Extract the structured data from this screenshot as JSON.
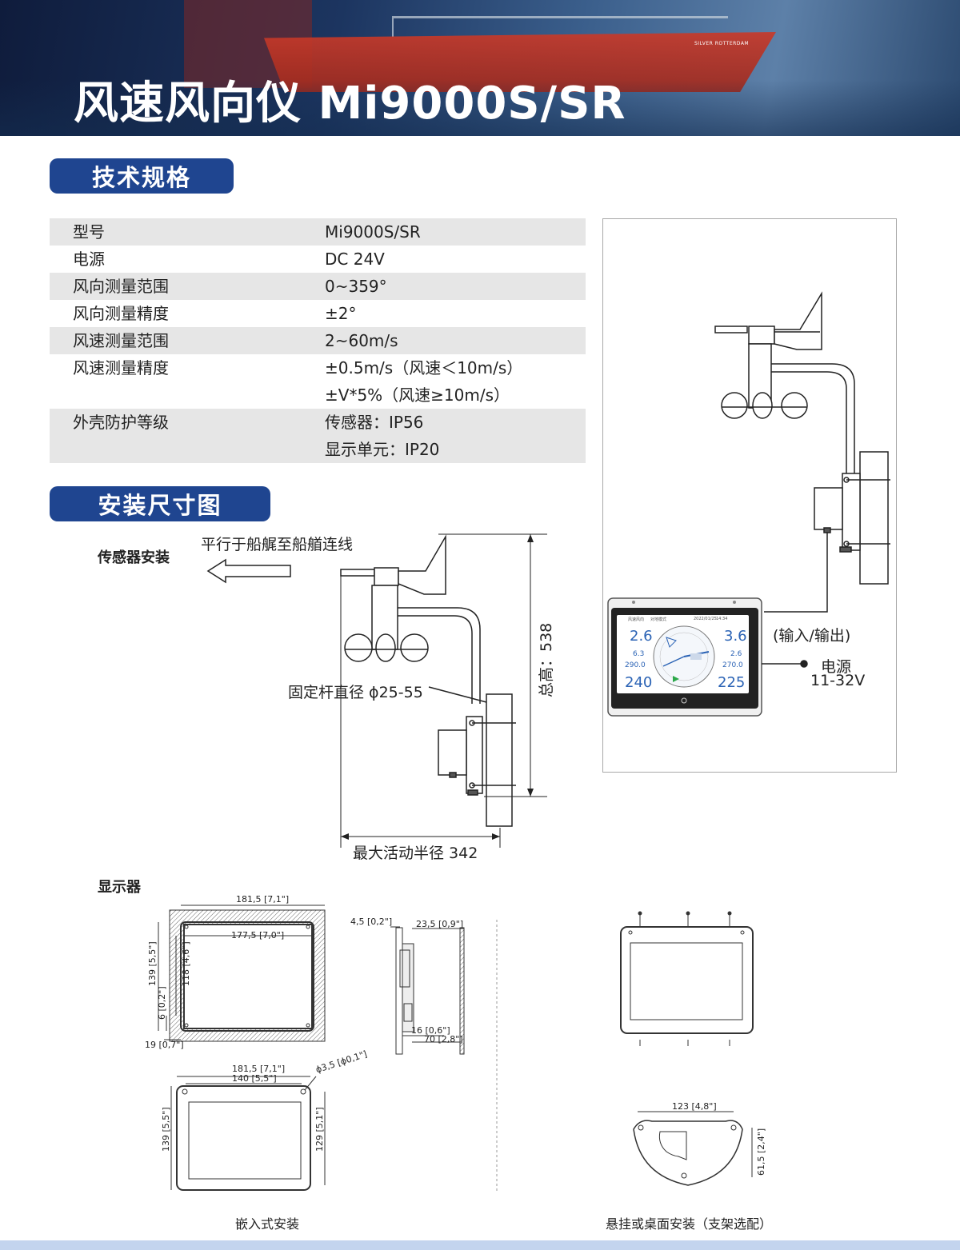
{
  "header": {
    "title": "风速风向仪 Mi9000S/SR",
    "ship_name": "SILVER ROTTERDAM"
  },
  "sections": {
    "spec_title": "技术规格",
    "install_title": "安装尺寸图"
  },
  "specs": [
    {
      "key": "型号",
      "values": [
        "Mi9000S/SR"
      ]
    },
    {
      "key": "电源",
      "values": [
        "DC 24V"
      ]
    },
    {
      "key": "风向测量范围",
      "values": [
        "0~359°"
      ]
    },
    {
      "key": "风向测量精度",
      "values": [
        "±2°"
      ]
    },
    {
      "key": "风速测量范围",
      "values": [
        "2~60m/s"
      ]
    },
    {
      "key": "风速测量精度",
      "values": [
        "±0.5m/s（风速＜10m/s）",
        "±V*5%（风速≥10m/s）"
      ]
    },
    {
      "key": "外壳防护等级",
      "values": [
        "传感器：IP56",
        "显示单元：IP20"
      ]
    }
  ],
  "sensor_install": {
    "heading": "传感器安装",
    "arrow_label": "平行于船艉至船艏连线",
    "pole_label": "固定杆直径 ϕ25-55",
    "height_label": "总高：538",
    "radius_label": "最大活动半径 342"
  },
  "wiring": {
    "io_label": "(输入/输出)",
    "power_label": "电源",
    "power_voltage": "11-32V",
    "screen": {
      "top_left_title": "风速风向",
      "mode": "对地模式",
      "date": "2022/01/25",
      "time": "14:34",
      "val_a": "2.6",
      "val_b": "3.6",
      "val_c": "6.3",
      "val_d": "2.6",
      "val_e": "290.0",
      "val_f": "270.0",
      "val_g": "240",
      "val_h": "225"
    }
  },
  "display": {
    "heading": "显示器",
    "dims": {
      "w_outer": "181,5 [7,1\"]",
      "w_inner": "177,5 [7,0\"]",
      "h_outer": "139 [5,5\"]",
      "h_inner": "118 [4,6\"]",
      "h_small": "6 [0,2\"]",
      "w_small": "19 [0,7\"]",
      "side_a": "4,5 [0,2\"]",
      "side_b": "23,5 [0,9\"]",
      "side_c": "16 [0,6\"]",
      "side_d": "70 [2,8\"]",
      "front_w": "181,5 [7,1\"]",
      "front_w_in": "140 [5,5\"]",
      "hole": "ϕ3,5 [ϕ0,1\"]",
      "front_h": "139 [5,5\"]",
      "front_h_in": "129 [5,1\"]",
      "bracket_w": "123 [4,8\"]",
      "bracket_h": "61,5 [2,4\"]"
    },
    "caption_left": "嵌入式安装",
    "caption_right": "悬挂或桌面安装（支架选配）"
  }
}
